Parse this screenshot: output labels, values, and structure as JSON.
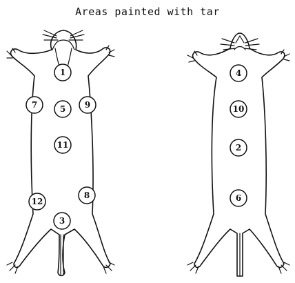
{
  "title": "Areas painted with tar",
  "dorsal_view": {
    "areas": [
      "1",
      "7",
      "5",
      "9",
      "11",
      "8",
      "12",
      "3"
    ]
  },
  "ventral_view": {
    "areas": [
      "4",
      "10",
      "2",
      "6"
    ]
  },
  "colors": {
    "line": "#111111",
    "background": "#ffffff"
  }
}
